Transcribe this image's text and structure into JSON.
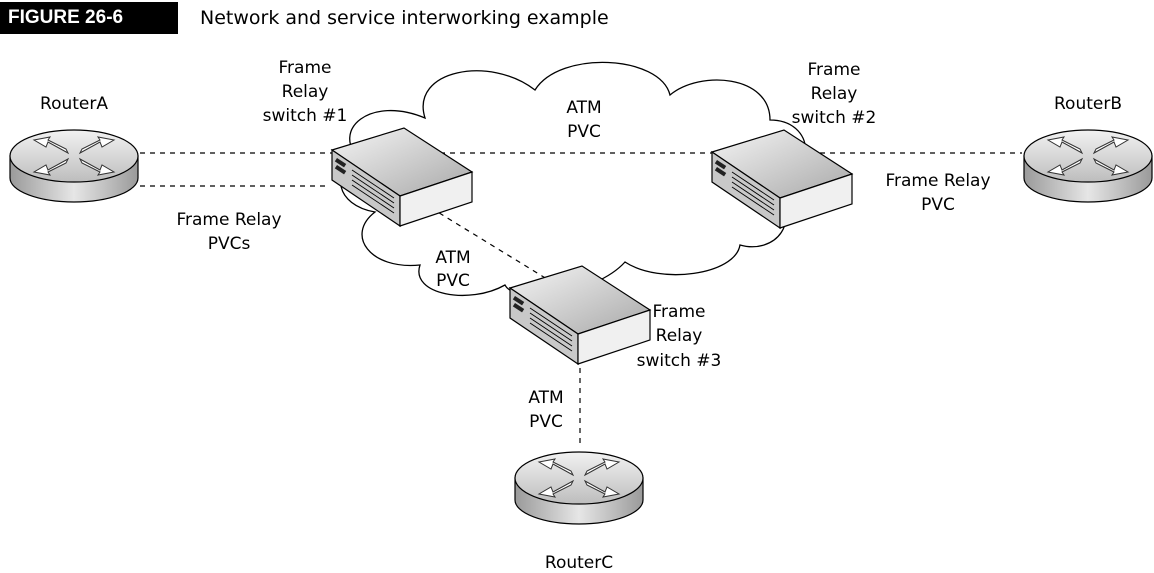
{
  "figure": {
    "number": "FIGURE 26-6",
    "title": "Network and service interworking example"
  },
  "labels": {
    "router_a": "RouterA",
    "router_b": "RouterB",
    "router_c": "RouterC",
    "switch1": [
      "Frame",
      "Relay",
      "switch #1"
    ],
    "switch2": [
      "Frame",
      "Relay",
      "switch #2"
    ],
    "switch3": [
      "Frame",
      "Relay",
      "switch #3"
    ],
    "atm_pvc_top": [
      "ATM",
      "PVC"
    ],
    "atm_pvc_mid": [
      "ATM",
      "PVC"
    ],
    "atm_pvc_bottom": [
      "ATM",
      "PVC"
    ],
    "fr_pvcs_left": [
      "Frame Relay",
      "PVCs"
    ],
    "fr_pvc_right": [
      "Frame Relay",
      "PVC"
    ]
  },
  "nodes": {
    "routers": [
      {
        "id": "router-a",
        "name": "RouterA"
      },
      {
        "id": "router-b",
        "name": "RouterB"
      },
      {
        "id": "router-c",
        "name": "RouterC"
      }
    ],
    "switches": [
      {
        "id": "switch-1",
        "name": "Frame Relay switch #1"
      },
      {
        "id": "switch-2",
        "name": "Frame Relay switch #2"
      },
      {
        "id": "switch-3",
        "name": "Frame Relay switch #3"
      }
    ],
    "network": "ATM cloud"
  },
  "icons": {
    "router": "router-icon",
    "switch": "switch-icon",
    "cloud": "cloud-icon"
  },
  "colors": {
    "router_body": "#d9d9d9",
    "switch_body": "#cfcfcf",
    "line": "#000000"
  }
}
